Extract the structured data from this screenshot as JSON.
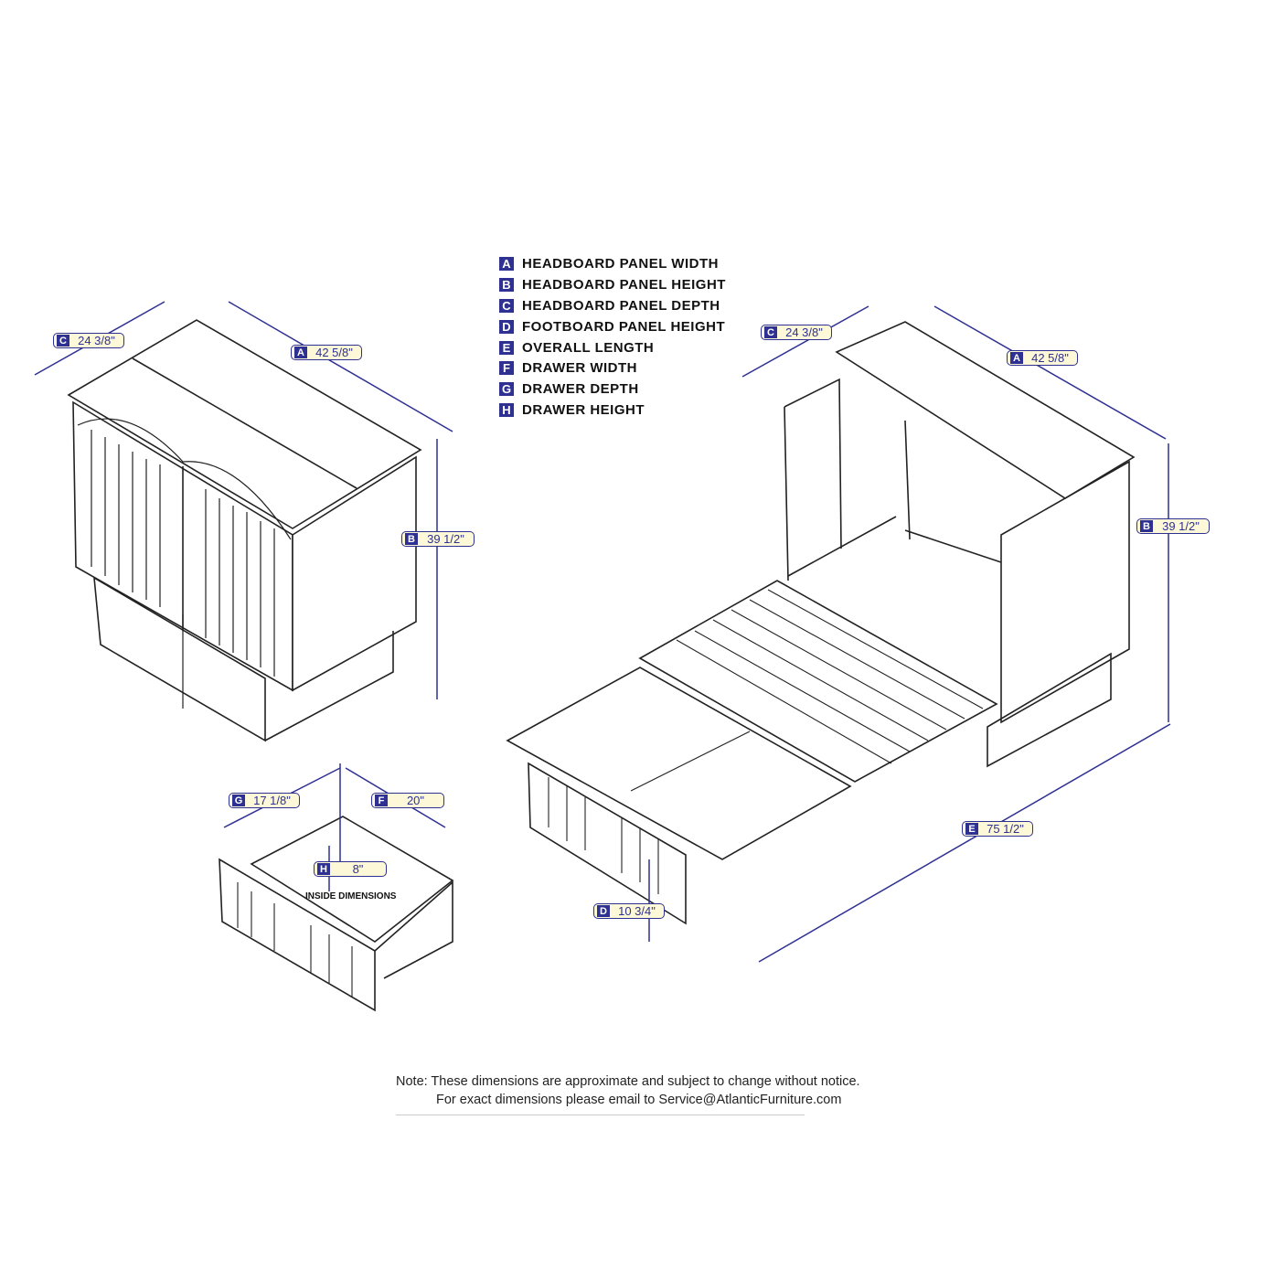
{
  "legend": [
    {
      "letter": "A",
      "label": "HEADBOARD PANEL WIDTH"
    },
    {
      "letter": "B",
      "label": "HEADBOARD PANEL HEIGHT"
    },
    {
      "letter": "C",
      "label": "HEADBOARD PANEL DEPTH"
    },
    {
      "letter": "D",
      "label": "FOOTBOARD PANEL HEIGHT"
    },
    {
      "letter": "E",
      "label": "OVERALL LENGTH"
    },
    {
      "letter": "F",
      "label": "DRAWER WIDTH"
    },
    {
      "letter": "G",
      "label": "DRAWER DEPTH"
    },
    {
      "letter": "H",
      "label": "DRAWER HEIGHT"
    }
  ],
  "dims": {
    "cabinet_c": {
      "letter": "C",
      "value": "24 3/8\""
    },
    "cabinet_a": {
      "letter": "A",
      "value": "42 5/8\""
    },
    "cabinet_b": {
      "letter": "B",
      "value": "39 1/2\""
    },
    "bed_c": {
      "letter": "C",
      "value": "24 3/8\""
    },
    "bed_a": {
      "letter": "A",
      "value": "42 5/8\""
    },
    "bed_b": {
      "letter": "B",
      "value": "39 1/2\""
    },
    "bed_d": {
      "letter": "D",
      "value": "10 3/4\""
    },
    "bed_e": {
      "letter": "E",
      "value": "75 1/2\""
    },
    "drawer_g": {
      "letter": "G",
      "value": "17 1/8\""
    },
    "drawer_f": {
      "letter": "F",
      "value": "20\""
    },
    "drawer_h": {
      "letter": "H",
      "value": "8\""
    }
  },
  "inside_dimensions": "INSIDE DIMENSIONS",
  "note": {
    "line1": "Note:  These dimensions are approximate and subject to change without notice.",
    "line2": "For exact dimensions please email to Service@AtlanticFurniture.com"
  },
  "colors": {
    "accent": "#2e3192",
    "label_fill": "#fdf8d8"
  }
}
